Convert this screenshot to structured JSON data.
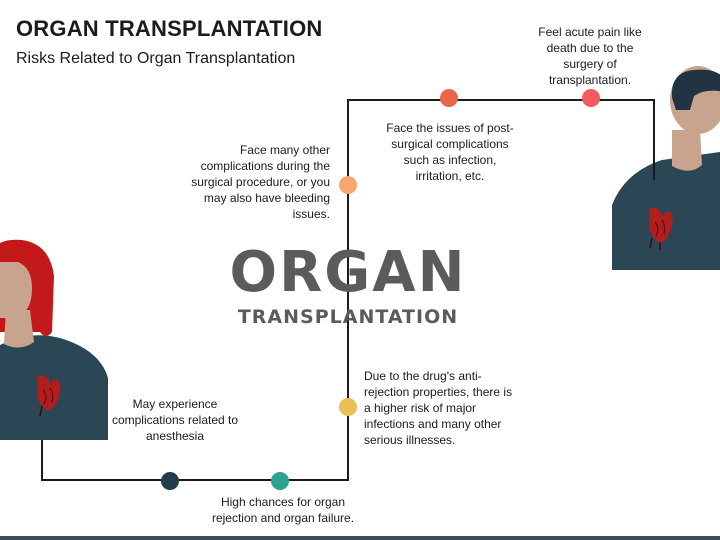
{
  "header": {
    "title": "ORGAN TRANSPLANTATION",
    "subtitle": "Risks Related to Organ Transplantation"
  },
  "center": {
    "main": "ORGAN",
    "sub": "TRANSPLANTATION"
  },
  "risks": [
    {
      "text": "Feel acute pain like death due to the surgery of transplantation.",
      "color": "#f25c5f"
    },
    {
      "text": "Face the issues of post-surgical complications such as infection, irritation, etc.",
      "color": "#e8674a"
    },
    {
      "text": "Face many other complications during the surgical procedure, or you may also have bleeding issues.",
      "color": "#f5a86d"
    },
    {
      "text": "Due to the drug's anti-rejection properties, there is a higher risk of major infections and many other serious illnesses.",
      "color": "#e9c053"
    },
    {
      "text": "High chances for organ rejection and organ failure.",
      "color": "#29a38f"
    },
    {
      "text": "May experience complications related to anesthesia",
      "color": "#233d4d"
    }
  ],
  "colors": {
    "line": "#1b1b1b",
    "shirt": "#2b4756",
    "skin": "#c8a48f",
    "hair_female": "#c4191b",
    "hair_male": "#223344",
    "heart": "#b21d1d"
  }
}
